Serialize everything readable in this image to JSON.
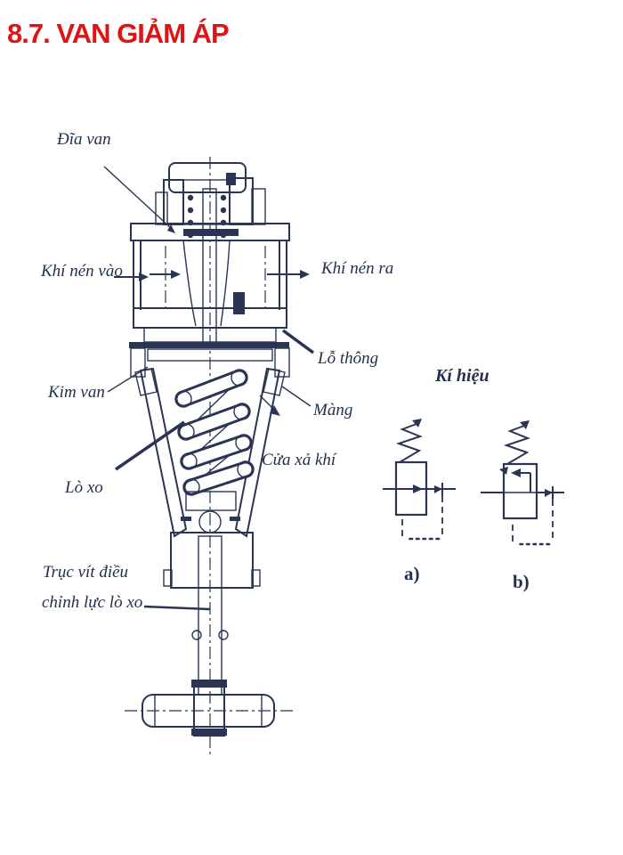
{
  "page": {
    "title": "8.7. VAN GIẢM ÁP"
  },
  "colors": {
    "title_red": "#e01414",
    "ink": "#2a3554"
  },
  "diagram": {
    "labels": {
      "dia_van": "Đĩa van",
      "khi_nen_vao": "Khí nén vào",
      "khi_nen_ra": "Khí nén ra",
      "lo_thong": "Lỗ thông",
      "kim_van": "Kim van",
      "mang": "Màng",
      "cua_xa_khi": "Cửa xả khí",
      "lo_xo": "Lò xo",
      "truc_vit_1": "Trục vít điều",
      "truc_vit_2": "chỉnh lực lò xo"
    }
  },
  "symbols": {
    "heading": "Kí hiệu",
    "variant_a": "a)",
    "variant_b": "b)"
  }
}
